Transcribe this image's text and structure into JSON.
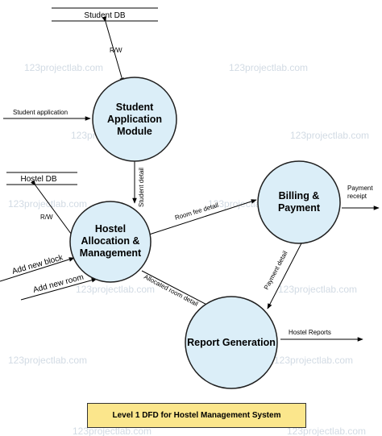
{
  "watermark": "123projectlab.com",
  "caption": "Level 1 DFD for Hostel Management System",
  "colors": {
    "process_fill": "#dbeef8",
    "process_stroke": "#1f1f1f",
    "caption_fill": "#fbe68c",
    "watermark": "#d2dbe4"
  },
  "data_stores": {
    "student_db": "Student DB",
    "hostel_db": "Hostel DB"
  },
  "processes": {
    "student": [
      "Student",
      "Application",
      "Module"
    ],
    "hostel": [
      "Hostel",
      "Allocation &",
      "Management"
    ],
    "billing": [
      "Billing &",
      "Payment"
    ],
    "report": [
      "Report Generation"
    ]
  },
  "flows": {
    "rw_student": "R/W",
    "rw_hostel": "R/W",
    "student_application": "Student application",
    "student_detail": "Student detail",
    "room_fee_detail": "Room fee detail",
    "payment_receipt": [
      "Payment",
      "receipt"
    ],
    "add_new_block": "Add new block",
    "add_new_room": "Add new room",
    "allocated_room_detail": "Allocated room detail",
    "payment_detail": "Payment detail",
    "hostel_reports": "Hostel Reports"
  }
}
